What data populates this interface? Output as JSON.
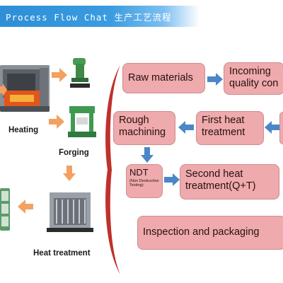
{
  "header": {
    "title": "Process Flow Chat   生产工艺流程"
  },
  "left_images": {
    "heating_label": "Heating",
    "forging_label": "Forging",
    "heat_treatment_label": "Heat treatment"
  },
  "flow": {
    "raw_materials": "Raw materials",
    "incoming_line1": "Incoming",
    "incoming_line2": "quality con",
    "rough_line1": "Rough",
    "rough_line2": "machining",
    "first_heat_line1": "First heat",
    "first_heat_line2": "treatment",
    "ndt_title": "NDT",
    "ndt_sub": "(Non Destructive Testing)",
    "second_heat_line1": "Second heat",
    "second_heat_line2": "treatment(Q+T)",
    "inspection": "Inspection and packaging"
  },
  "colors": {
    "title_bar": "#2e8fd6",
    "box_fill": "#eeaaac",
    "blue_arrow": "#4a86c8",
    "orange_arrow": "#f4a060",
    "bracket": "#c0302c"
  }
}
